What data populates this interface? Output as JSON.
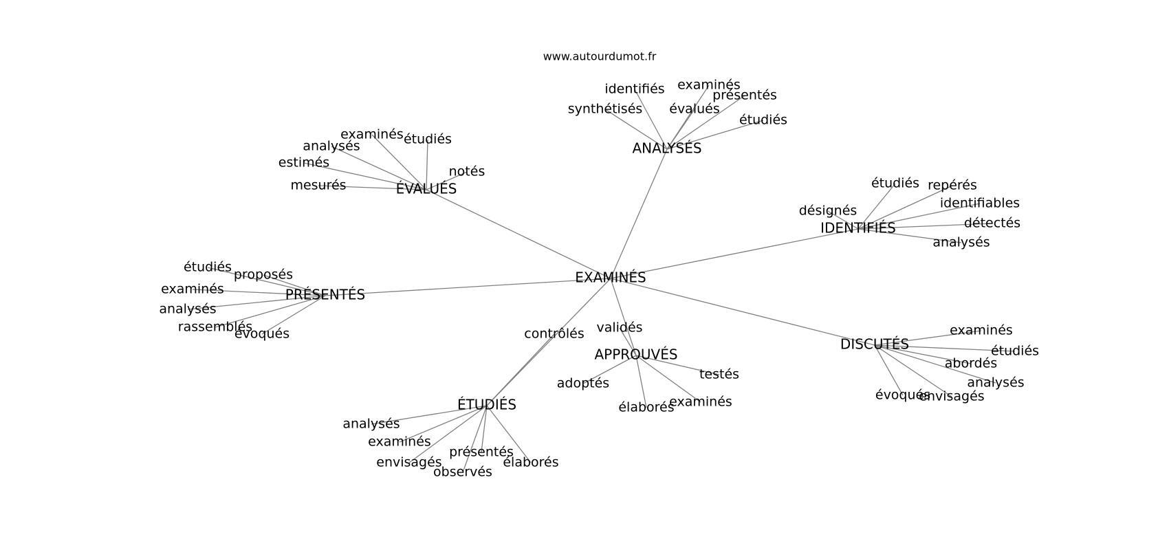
{
  "watermark": "www.autourdumot.fr",
  "graph": {
    "center": "EXAMINÉS",
    "hubs": [
      {
        "id": "analyses",
        "label": "ANALYSÉS",
        "leaves": [
          "identifiés",
          "examinés",
          "présentés",
          "synthétisés",
          "évalués",
          "étudiés"
        ]
      },
      {
        "id": "evalues",
        "label": "ÉVALUÉS",
        "leaves": [
          "examinés",
          "analysés",
          "étudiés",
          "estimés",
          "notés",
          "mesurés"
        ]
      },
      {
        "id": "identifies",
        "label": "IDENTIFIÉS",
        "leaves": [
          "étudiés",
          "repérés",
          "identifiables",
          "désignés",
          "détectés",
          "analysés"
        ]
      },
      {
        "id": "presentes",
        "label": "PRÉSENTÉS",
        "leaves": [
          "étudiés",
          "proposés",
          "examinés",
          "analysés",
          "rassemblés",
          "évoqués"
        ]
      },
      {
        "id": "etudies",
        "label": "ÉTUDIÉS",
        "leaves": [
          "contrôlés",
          "analysés",
          "examinés",
          "envisagés",
          "présentés",
          "observés",
          "élaborés"
        ]
      },
      {
        "id": "approuves",
        "label": "APPROUVÉS",
        "leaves": [
          "validés",
          "testés",
          "adoptés",
          "élaborés",
          "examinés"
        ]
      },
      {
        "id": "discutes",
        "label": "DISCUTÉS",
        "leaves": [
          "examinés",
          "étudiés",
          "abordés",
          "analysés",
          "évoqués",
          "envisagés"
        ]
      }
    ]
  }
}
